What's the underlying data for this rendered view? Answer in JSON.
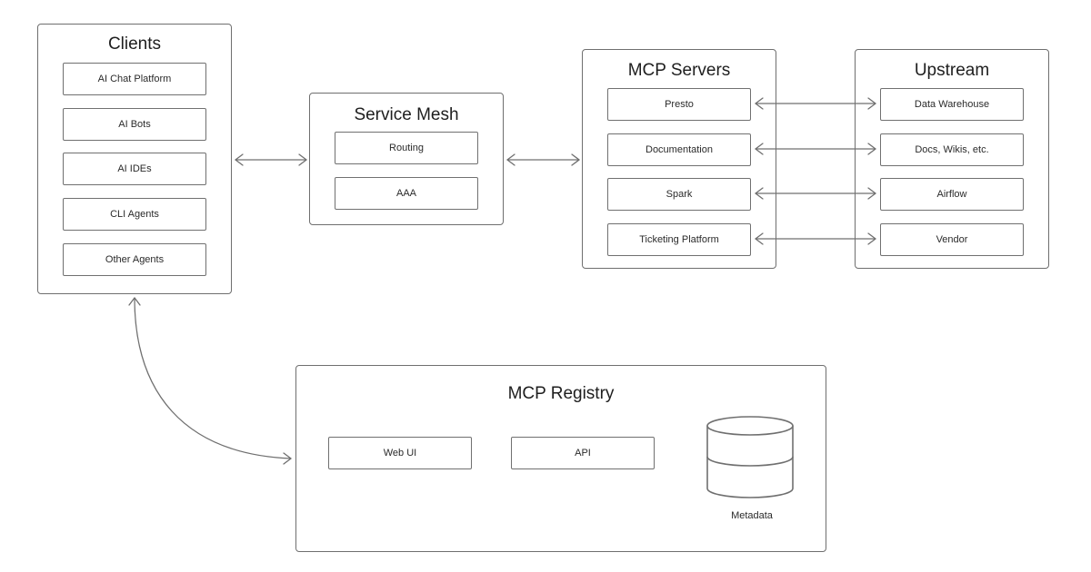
{
  "clients": {
    "title": "Clients",
    "items": [
      "AI Chat Platform",
      "AI Bots",
      "AI IDEs",
      "CLI Agents",
      "Other Agents"
    ]
  },
  "service_mesh": {
    "title": "Service Mesh",
    "items": [
      "Routing",
      "AAA"
    ]
  },
  "mcp_servers": {
    "title": "MCP Servers",
    "items": [
      "Presto",
      "Documentation",
      "Spark",
      "Ticketing Platform"
    ]
  },
  "upstream": {
    "title": "Upstream",
    "items": [
      "Data Warehouse",
      "Docs, Wikis, etc.",
      "Airflow",
      "Vendor"
    ]
  },
  "registry": {
    "title": "MCP Registry",
    "web_ui": "Web UI",
    "api": "API",
    "metadata": "Metadata"
  },
  "colors": {
    "stroke": "#6f6f6f",
    "text": "#222222",
    "background": "#ffffff"
  }
}
